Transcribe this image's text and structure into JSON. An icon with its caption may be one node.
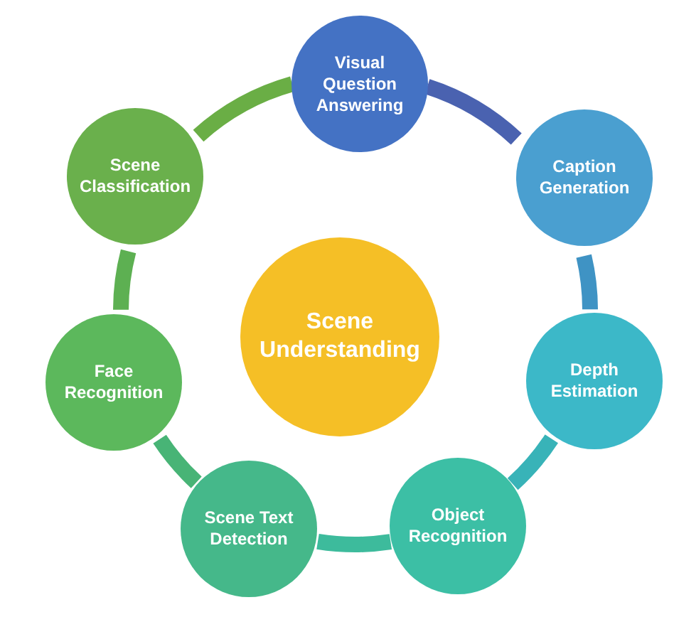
{
  "diagram": {
    "nodes": [
      {
        "text": [
          "Scene Understanding"
        ]
      },
      {
        "text": [
          "Visual Question Answering"
        ]
      },
      {
        "text": [
          "Caption Generation"
        ]
      },
      {
        "text": [
          "Depth Estimation"
        ]
      },
      {
        "text": [
          "Object Recognition"
        ]
      },
      {
        "text": [
          "Scene Text Detection"
        ]
      },
      {
        "text": [
          "Face Recognition"
        ]
      },
      {
        "text": [
          "Scene Classification"
        ]
      }
    ],
    "edges": [
      {
        "from": 1,
        "to": 2,
        "arrow": "none",
        "color": "#4a62b0"
      },
      {
        "from": 2,
        "to": 3,
        "arrow": "none",
        "color": "#3f93c4"
      },
      {
        "from": 3,
        "to": 4,
        "arrow": "none",
        "color": "#38b3b8"
      },
      {
        "from": 4,
        "to": 5,
        "arrow": "none",
        "color": "#3dbb9c"
      },
      {
        "from": 5,
        "to": 6,
        "arrow": "none",
        "color": "#48b476"
      },
      {
        "from": 6,
        "to": 7,
        "arrow": "none",
        "color": "#5db052"
      },
      {
        "from": 7,
        "to": 1,
        "arrow": "none",
        "color": "#6aae45"
      }
    ]
  }
}
